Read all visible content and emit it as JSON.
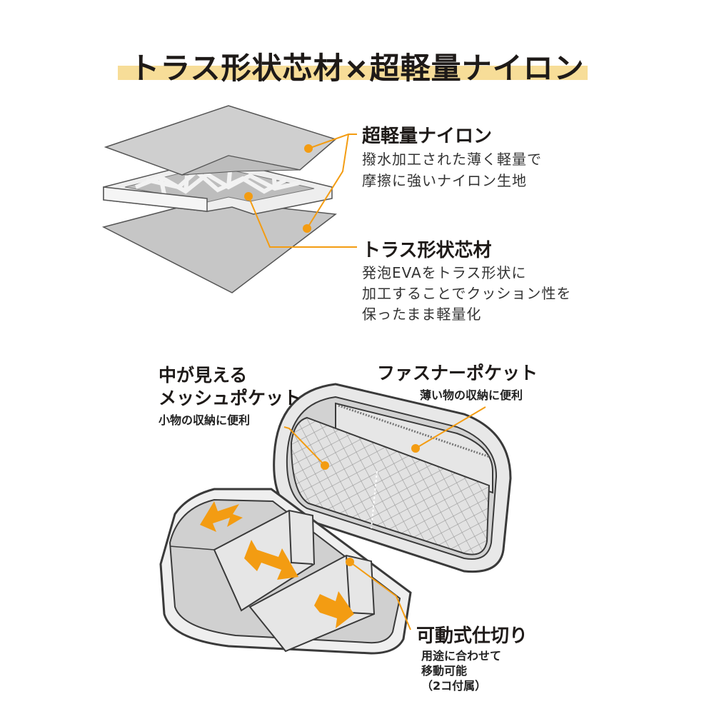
{
  "title": "トラス形状芯材×超軽量ナイロン",
  "layers": {
    "nylon": {
      "heading": "超軽量ナイロン",
      "lines": [
        "撥水加工された薄く軽量で",
        "摩擦に強いナイロン生地"
      ]
    },
    "truss": {
      "heading": "トラス形状芯材",
      "lines": [
        "発泡EVAをトラス形状に",
        "加工することでクッション性を",
        "保ったまま軽量化"
      ]
    }
  },
  "features": {
    "mesh": {
      "heading_lines": [
        "中が見える",
        "メッシュポケット"
      ],
      "desc": "小物の収納に便利"
    },
    "zipper": {
      "heading": "ファスナーポケット",
      "desc": "薄い物の収納に便利"
    },
    "divider": {
      "heading": "可動式仕切り",
      "lines": [
        "用途に合わせて",
        "移動可能",
        "（2コ付属）"
      ]
    }
  },
  "colors": {
    "accent": "#f39c12",
    "title_band": "#f7dd98",
    "outline": "#3a3a3a",
    "fill_light": "#e6e6e6",
    "fill_mid": "#c9c9c9"
  }
}
